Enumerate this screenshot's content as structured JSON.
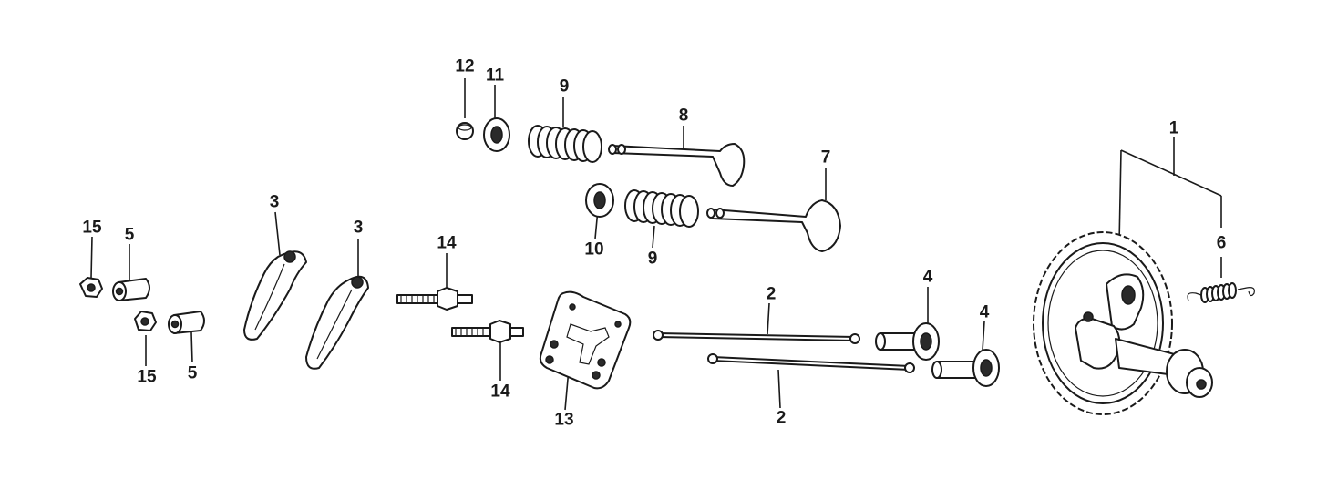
{
  "diagram": {
    "callouts": [
      {
        "id": "c1",
        "text": "1"
      },
      {
        "id": "c2a",
        "text": "2"
      },
      {
        "id": "c2b",
        "text": "2"
      },
      {
        "id": "c3a",
        "text": "3"
      },
      {
        "id": "c3b",
        "text": "3"
      },
      {
        "id": "c4a",
        "text": "4"
      },
      {
        "id": "c4b",
        "text": "4"
      },
      {
        "id": "c5a",
        "text": "5"
      },
      {
        "id": "c5b",
        "text": "5"
      },
      {
        "id": "c6",
        "text": "6"
      },
      {
        "id": "c7",
        "text": "7"
      },
      {
        "id": "c8",
        "text": "8"
      },
      {
        "id": "c9a",
        "text": "9"
      },
      {
        "id": "c9b",
        "text": "9"
      },
      {
        "id": "c10",
        "text": "10"
      },
      {
        "id": "c11",
        "text": "11"
      },
      {
        "id": "c12",
        "text": "12"
      },
      {
        "id": "c13",
        "text": "13"
      },
      {
        "id": "c14a",
        "text": "14"
      },
      {
        "id": "c14b",
        "text": "14"
      },
      {
        "id": "c15a",
        "text": "15"
      },
      {
        "id": "c15b",
        "text": "15"
      }
    ]
  }
}
